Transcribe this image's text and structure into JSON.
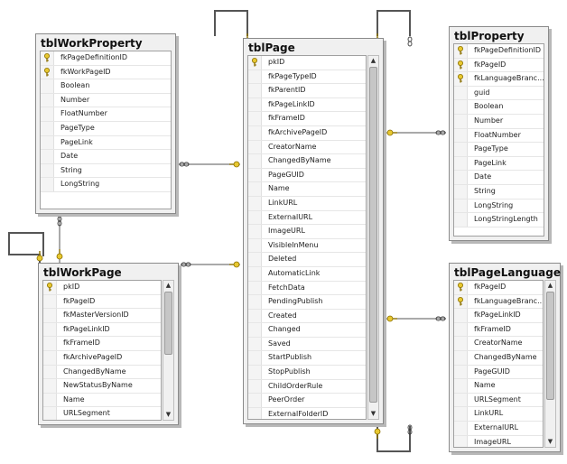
{
  "diagram": {
    "tables": [
      {
        "id": "tblWorkProperty",
        "title": "tblWorkProperty",
        "columns": [
          {
            "name": "fkPageDefinitionID",
            "key": true
          },
          {
            "name": "fkWorkPageID",
            "key": true
          },
          {
            "name": "Boolean",
            "key": false
          },
          {
            "name": "Number",
            "key": false
          },
          {
            "name": "FloatNumber",
            "key": false
          },
          {
            "name": "PageType",
            "key": false
          },
          {
            "name": "PageLink",
            "key": false
          },
          {
            "name": "Date",
            "key": false
          },
          {
            "name": "String",
            "key": false
          },
          {
            "name": "LongString",
            "key": false
          }
        ]
      },
      {
        "id": "tblPage",
        "title": "tblPage",
        "columns": [
          {
            "name": "pkID",
            "key": true
          },
          {
            "name": "fkPageTypeID",
            "key": false
          },
          {
            "name": "fkParentID",
            "key": false
          },
          {
            "name": "fkPageLinkID",
            "key": false
          },
          {
            "name": "fkFrameID",
            "key": false
          },
          {
            "name": "fkArchivePageID",
            "key": false
          },
          {
            "name": "CreatorName",
            "key": false
          },
          {
            "name": "ChangedByName",
            "key": false
          },
          {
            "name": "PageGUID",
            "key": false
          },
          {
            "name": "Name",
            "key": false
          },
          {
            "name": "LinkURL",
            "key": false
          },
          {
            "name": "ExternalURL",
            "key": false
          },
          {
            "name": "ImageURL",
            "key": false
          },
          {
            "name": "VisibleInMenu",
            "key": false
          },
          {
            "name": "Deleted",
            "key": false
          },
          {
            "name": "AutomaticLink",
            "key": false
          },
          {
            "name": "FetchData",
            "key": false
          },
          {
            "name": "PendingPublish",
            "key": false
          },
          {
            "name": "Created",
            "key": false
          },
          {
            "name": "Changed",
            "key": false
          },
          {
            "name": "Saved",
            "key": false
          },
          {
            "name": "StartPublish",
            "key": false
          },
          {
            "name": "StopPublish",
            "key": false
          },
          {
            "name": "ChildOrderRule",
            "key": false
          },
          {
            "name": "PeerOrder",
            "key": false
          },
          {
            "name": "ExternalFolderID",
            "key": false
          }
        ]
      },
      {
        "id": "tblProperty",
        "title": "tblProperty",
        "columns": [
          {
            "name": "fkPageDefinitionID",
            "key": true
          },
          {
            "name": "fkPageID",
            "key": true
          },
          {
            "name": "fkLanguageBranc...",
            "key": true
          },
          {
            "name": "guid",
            "key": false
          },
          {
            "name": "Boolean",
            "key": false
          },
          {
            "name": "Number",
            "key": false
          },
          {
            "name": "FloatNumber",
            "key": false
          },
          {
            "name": "PageType",
            "key": false
          },
          {
            "name": "PageLink",
            "key": false
          },
          {
            "name": "Date",
            "key": false
          },
          {
            "name": "String",
            "key": false
          },
          {
            "name": "LongString",
            "key": false
          },
          {
            "name": "LongStringLength",
            "key": false
          }
        ]
      },
      {
        "id": "tblWorkPage",
        "title": "tblWorkPage",
        "columns": [
          {
            "name": "pkID",
            "key": true
          },
          {
            "name": "fkPageID",
            "key": false
          },
          {
            "name": "fkMasterVersionID",
            "key": false
          },
          {
            "name": "fkPageLinkID",
            "key": false
          },
          {
            "name": "fkFrameID",
            "key": false
          },
          {
            "name": "fkArchivePageID",
            "key": false
          },
          {
            "name": "ChangedByName",
            "key": false
          },
          {
            "name": "NewStatusByName",
            "key": false
          },
          {
            "name": "Name",
            "key": false
          },
          {
            "name": "URLSegment",
            "key": false
          }
        ]
      },
      {
        "id": "tblPageLanguage",
        "title": "tblPageLanguage",
        "columns": [
          {
            "name": "fkPageID",
            "key": true
          },
          {
            "name": "fkLanguageBranc...",
            "key": true
          },
          {
            "name": "fkPageLinkID",
            "key": false
          },
          {
            "name": "fkFrameID",
            "key": false
          },
          {
            "name": "CreatorName",
            "key": false
          },
          {
            "name": "ChangedByName",
            "key": false
          },
          {
            "name": "PageGUID",
            "key": false
          },
          {
            "name": "Name",
            "key": false
          },
          {
            "name": "URLSegment",
            "key": false
          },
          {
            "name": "LinkURL",
            "key": false
          },
          {
            "name": "ExternalURL",
            "key": false
          },
          {
            "name": "ImageURL",
            "key": false
          }
        ]
      }
    ],
    "colors": {
      "key_icon": "#e8c830",
      "relation_line": "#555555",
      "table_header": "#f0f0f0"
    }
  }
}
